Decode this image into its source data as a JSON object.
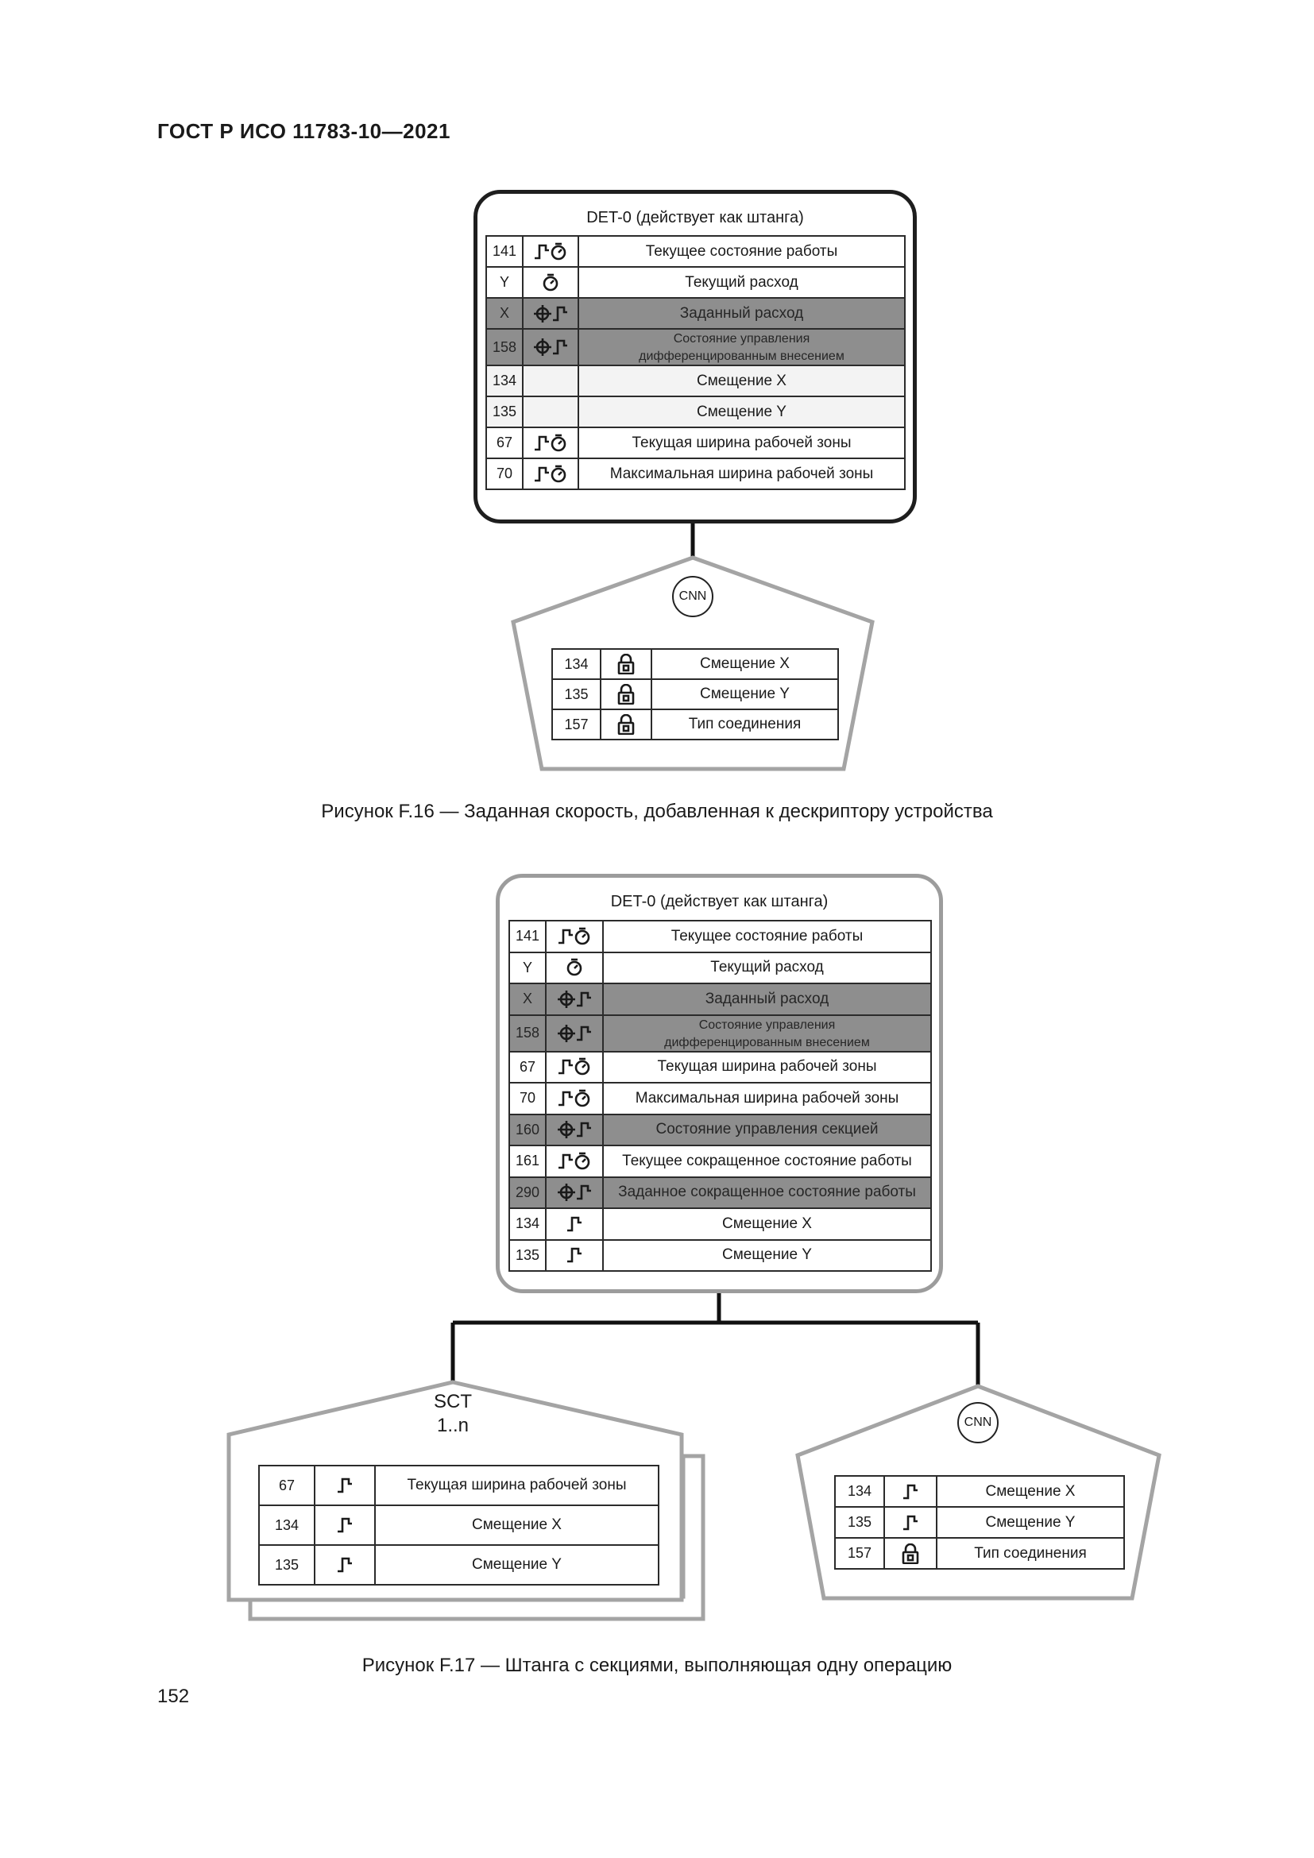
{
  "header": {
    "doc_id": "ГОСТ Р ИСО 11783-10—2021"
  },
  "figure16": {
    "device_title": "DET-0 (действует как штанга)",
    "device_rows": [
      {
        "num": "141",
        "icons": "trigger-timer",
        "label": "Текущее состояние работы",
        "style": ""
      },
      {
        "num": "Y",
        "icons": "timer",
        "label": "Текущий расход",
        "style": ""
      },
      {
        "num": "X",
        "icons": "setpoint-trigger",
        "label": "Заданный расход",
        "style": "shade"
      },
      {
        "num": "158",
        "icons": "setpoint-trigger",
        "label": "Состояние управления\nдифференцированным внесением",
        "style": "shade"
      },
      {
        "num": "134",
        "icons": "",
        "label": "Смещение X",
        "style": "light"
      },
      {
        "num": "135",
        "icons": "",
        "label": "Смещение Y",
        "style": "light"
      },
      {
        "num": "67",
        "icons": "trigger-timer",
        "label": "Текущая ширина рабочей зоны",
        "style": ""
      },
      {
        "num": "70",
        "icons": "trigger-timer",
        "label": "Максимальная ширина рабочей зоны",
        "style": ""
      }
    ],
    "connector_label": "CNN",
    "connector_rows": [
      {
        "num": "134",
        "icons": "lock",
        "label": "Смещение X"
      },
      {
        "num": "135",
        "icons": "lock",
        "label": "Смещение Y"
      },
      {
        "num": "157",
        "icons": "lock",
        "label": "Тип соединения"
      }
    ],
    "caption": "Рисунок F.16 — Заданная скорость, добавленная к дескриптору устройства"
  },
  "figure17": {
    "device_title": "DET-0 (действует как штанга)",
    "device_rows": [
      {
        "num": "141",
        "icons": "trigger-timer",
        "label": "Текущее состояние работы",
        "style": ""
      },
      {
        "num": "Y",
        "icons": "timer",
        "label": "Текущий расход",
        "style": ""
      },
      {
        "num": "X",
        "icons": "setpoint-trigger",
        "label": "Заданный расход",
        "style": "shade"
      },
      {
        "num": "158",
        "icons": "setpoint-trigger",
        "label": "Состояние управления\nдифференцированным внесением",
        "style": "shade"
      },
      {
        "num": "67",
        "icons": "trigger-timer",
        "label": "Текущая ширина рабочей зоны",
        "style": ""
      },
      {
        "num": "70",
        "icons": "trigger-timer",
        "label": "Максимальная ширина рабочей зоны",
        "style": ""
      },
      {
        "num": "160",
        "icons": "setpoint-trigger",
        "label": "Состояние управления секцией",
        "style": "shade"
      },
      {
        "num": "161",
        "icons": "trigger-timer",
        "label": "Текущее сокращенное состояние работы",
        "style": ""
      },
      {
        "num": "290",
        "icons": "setpoint-trigger",
        "label": "Заданное сокращенное состояние работы",
        "style": "shade"
      },
      {
        "num": "134",
        "icons": "trigger",
        "label": "Смещение X",
        "style": ""
      },
      {
        "num": "135",
        "icons": "trigger",
        "label": "Смещение Y",
        "style": ""
      }
    ],
    "section_label_1": "SCT",
    "section_label_2": "1..n",
    "section_rows": [
      {
        "num": "67",
        "icons": "trigger",
        "label": "Текущая ширина рабочей зоны"
      },
      {
        "num": "134",
        "icons": "trigger",
        "label": "Смещение X"
      },
      {
        "num": "135",
        "icons": "trigger",
        "label": "Смещение Y"
      }
    ],
    "connector_label": "CNN",
    "connector_rows": [
      {
        "num": "134",
        "icons": "trigger",
        "label": "Смещение X"
      },
      {
        "num": "135",
        "icons": "trigger",
        "label": "Смещение Y"
      },
      {
        "num": "157",
        "icons": "lock",
        "label": "Тип соединения"
      }
    ],
    "caption": "Рисунок F.17 — Штанга с секциями, выполняющая одну операцию"
  },
  "page_number": "152"
}
